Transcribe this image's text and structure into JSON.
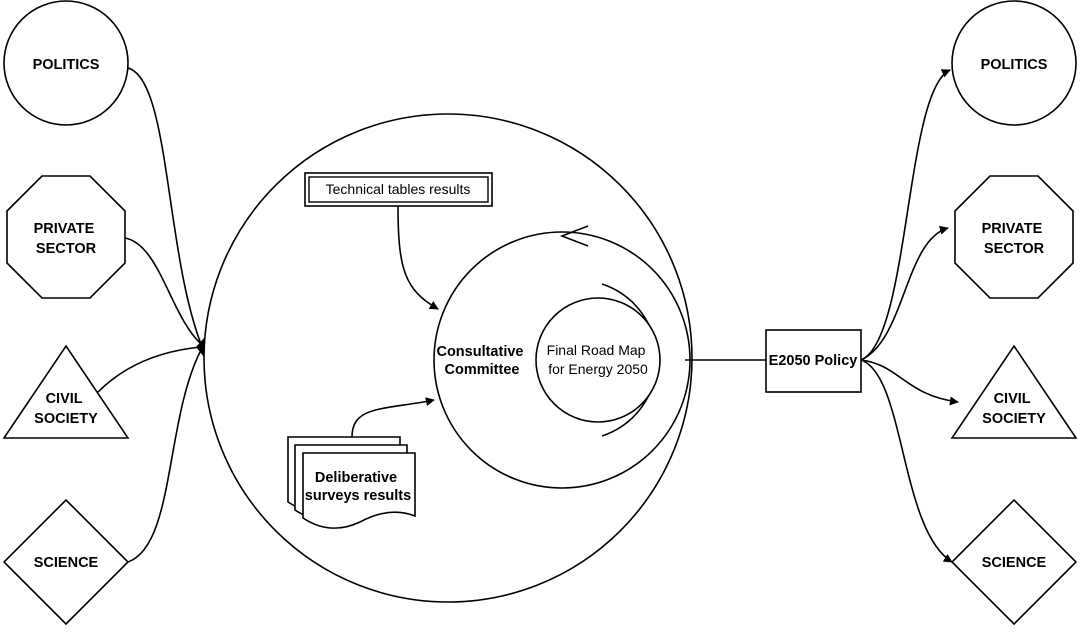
{
  "left_actors": {
    "politics": [
      "POLITICS"
    ],
    "private_sector": [
      "PRIVATE",
      "SECTOR"
    ],
    "civil_society": [
      "CIVIL",
      "SOCIETY"
    ],
    "science": [
      "SCIENCE"
    ]
  },
  "right_actors": {
    "politics": [
      "POLITICS"
    ],
    "private_sector": [
      "PRIVATE",
      "SECTOR"
    ],
    "civil_society": [
      "CIVIL",
      "SOCIETY"
    ],
    "science": [
      "SCIENCE"
    ]
  },
  "center": {
    "technical_tables": "Technical tables results",
    "committee": [
      "Consultative",
      "Committee"
    ],
    "road_map": [
      "Final Road Map",
      "for Energy 2050"
    ],
    "surveys": [
      "Deliberative",
      "surveys results"
    ]
  },
  "policy": "E2050 Policy"
}
